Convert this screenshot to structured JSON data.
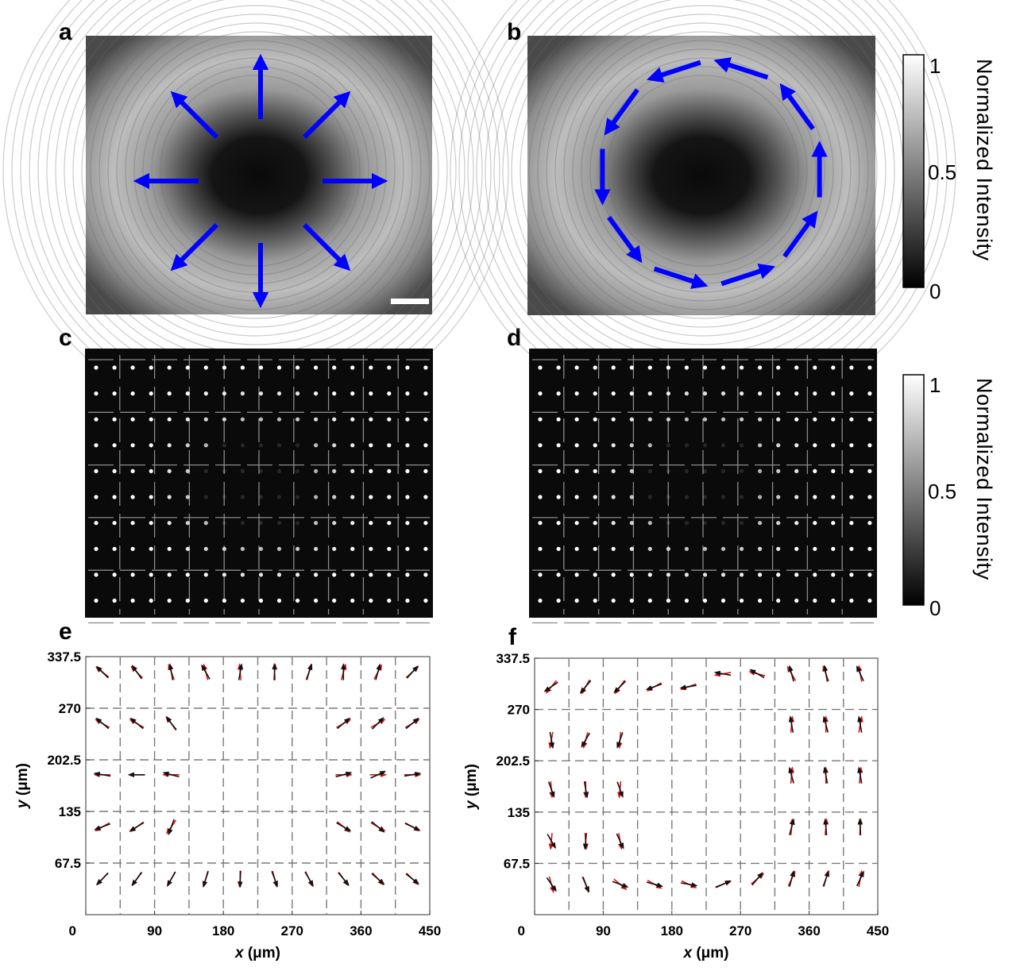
{
  "panel_labels": [
    "a",
    "b",
    "c",
    "d",
    "e",
    "f"
  ],
  "colorbars": [
    {
      "title": "Normalized  Intensity",
      "ticks": [
        "1",
        "0.5",
        "0"
      ]
    },
    {
      "title": "Normalized  Intensity",
      "ticks": [
        "1",
        "0.5",
        "0"
      ]
    }
  ],
  "colors": {
    "arrow_blue": "#0000ff",
    "arrow_red": "#e01010",
    "arrow_black": "#111111",
    "grid": "#7a7a7a"
  },
  "chart_data": [
    {
      "type": "quiver",
      "panel": "e",
      "xlabel_var": "x",
      "xlabel_unit": " (μm)",
      "ylabel_var": "y",
      "ylabel_unit": " (μm)",
      "xlim": [
        0,
        450
      ],
      "ylim": [
        0,
        337.5
      ],
      "xticks": [
        "0",
        "90",
        "180",
        "270",
        "360",
        "450"
      ],
      "yticks": [
        "67.5",
        "135",
        "202.5",
        "270",
        "337.5"
      ],
      "grid_cols": 10,
      "grid_rows": 5,
      "series": [
        {
          "color": "red",
          "vectors": [
            [
              22,
              317,
              142
            ],
            [
              67,
              317,
              135
            ],
            [
              112,
              317,
              110
            ],
            [
              157,
              317,
              105
            ],
            [
              202,
              317,
              95
            ],
            [
              247,
              317,
              85
            ],
            [
              292,
              317,
              75
            ],
            [
              337,
              317,
              75
            ],
            [
              382,
              317,
              62
            ],
            [
              427,
              317,
              42
            ],
            [
              22,
              250,
              150
            ],
            [
              67,
              250,
              150
            ],
            [
              112,
              250,
              130
            ],
            [
              337,
              250,
              30
            ],
            [
              382,
              250,
              30
            ],
            [
              427,
              250,
              30
            ],
            [
              22,
              183,
              180
            ],
            [
              67,
              183,
              180
            ],
            [
              112,
              183,
              180
            ],
            [
              337,
              183,
              0
            ],
            [
              382,
              183,
              0
            ],
            [
              427,
              183,
              0
            ],
            [
              22,
              115,
              210
            ],
            [
              67,
              115,
              210
            ],
            [
              112,
              115,
              235
            ],
            [
              337,
              115,
              320
            ],
            [
              382,
              115,
              330
            ],
            [
              427,
              115,
              330
            ],
            [
              22,
              47,
              228
            ],
            [
              67,
              47,
              232
            ],
            [
              112,
              47,
              242
            ],
            [
              157,
              47,
              255
            ],
            [
              202,
              47,
              265
            ],
            [
              247,
              47,
              285
            ],
            [
              292,
              47,
              295
            ],
            [
              337,
              47,
              305
            ],
            [
              382,
              47,
              312
            ],
            [
              427,
              47,
              315
            ]
          ]
        },
        {
          "color": "black",
          "vectors": [
            [
              22,
              317,
              135
            ],
            [
              67,
              317,
              125
            ],
            [
              112,
              317,
              100
            ],
            [
              157,
              317,
              120
            ],
            [
              202,
              317,
              80
            ],
            [
              247,
              317,
              92
            ],
            [
              292,
              317,
              70
            ],
            [
              337,
              317,
              90
            ],
            [
              382,
              317,
              75
            ],
            [
              427,
              317,
              48
            ],
            [
              22,
              250,
              140
            ],
            [
              67,
              250,
              140
            ],
            [
              112,
              250,
              125
            ],
            [
              337,
              250,
              40
            ],
            [
              382,
              250,
              45
            ],
            [
              427,
              250,
              40
            ],
            [
              22,
              183,
              170
            ],
            [
              67,
              183,
              180
            ],
            [
              112,
              183,
              165
            ],
            [
              337,
              183,
              15
            ],
            [
              382,
              183,
              25
            ],
            [
              427,
              183,
              10
            ],
            [
              22,
              115,
              200
            ],
            [
              67,
              115,
              215
            ],
            [
              112,
              115,
              250
            ],
            [
              337,
              115,
              330
            ],
            [
              382,
              115,
              320
            ],
            [
              427,
              115,
              335
            ],
            [
              22,
              47,
              225
            ],
            [
              67,
              47,
              235
            ],
            [
              112,
              47,
              240
            ],
            [
              157,
              47,
              252
            ],
            [
              202,
              47,
              270
            ],
            [
              247,
              47,
              290
            ],
            [
              292,
              47,
              300
            ],
            [
              337,
              47,
              310
            ],
            [
              382,
              47,
              320
            ],
            [
              427,
              47,
              322
            ]
          ]
        }
      ]
    },
    {
      "type": "quiver",
      "panel": "f",
      "xlabel_var": "x",
      "xlabel_unit": " (μm)",
      "ylabel_var": "y",
      "ylabel_unit": " (μm)",
      "xlim": [
        0,
        450
      ],
      "ylim": [
        0,
        337.5
      ],
      "xticks": [
        "0",
        "90",
        "180",
        "270",
        "360",
        "450"
      ],
      "yticks": [
        "67.5",
        "135",
        "202.5",
        "270",
        "337.5"
      ],
      "grid_cols": 10,
      "grid_rows": 5,
      "series": [
        {
          "color": "red",
          "vectors": [
            [
              22,
              300,
              230
            ],
            [
              67,
              300,
              240
            ],
            [
              112,
              300,
              235
            ],
            [
              157,
              300,
              210
            ],
            [
              202,
              300,
              200
            ],
            [
              247,
              317,
              190
            ],
            [
              292,
              317,
              165
            ],
            [
              337,
              317,
              120
            ],
            [
              382,
              317,
              110
            ],
            [
              427,
              317,
              100
            ],
            [
              22,
              230,
              260
            ],
            [
              67,
              230,
              255
            ],
            [
              112,
              230,
              265
            ],
            [
              337,
              250,
              85
            ],
            [
              382,
              250,
              90
            ],
            [
              427,
              250,
              80
            ],
            [
              22,
              165,
              275
            ],
            [
              67,
              165,
              270
            ],
            [
              112,
              165,
              265
            ],
            [
              337,
              183,
              85
            ],
            [
              382,
              183,
              90
            ],
            [
              427,
              183,
              85
            ],
            [
              22,
              97,
              265
            ],
            [
              67,
              97,
              275
            ],
            [
              112,
              97,
              280
            ],
            [
              337,
              115,
              85
            ],
            [
              382,
              115,
              85
            ],
            [
              427,
              115,
              87
            ],
            [
              22,
              40,
              285
            ],
            [
              67,
              40,
              295
            ],
            [
              112,
              40,
              320
            ],
            [
              157,
              40,
              330
            ],
            [
              202,
              40,
              335
            ],
            [
              247,
              40,
              20
            ],
            [
              292,
              47,
              40
            ],
            [
              337,
              47,
              65
            ],
            [
              382,
              47,
              75
            ],
            [
              427,
              47,
              80
            ]
          ]
        },
        {
          "color": "black",
          "vectors": [
            [
              22,
              300,
              215
            ],
            [
              67,
              300,
              230
            ],
            [
              112,
              300,
              225
            ],
            [
              157,
              300,
              200
            ],
            [
              202,
              300,
              190
            ],
            [
              247,
              317,
              170
            ],
            [
              292,
              317,
              150
            ],
            [
              337,
              317,
              105
            ],
            [
              382,
              317,
              100
            ],
            [
              427,
              317,
              115
            ],
            [
              22,
              230,
              280
            ],
            [
              67,
              230,
              240
            ],
            [
              112,
              230,
              250
            ],
            [
              337,
              250,
              100
            ],
            [
              382,
              250,
              105
            ],
            [
              427,
              250,
              100
            ],
            [
              22,
              165,
              290
            ],
            [
              67,
              165,
              280
            ],
            [
              112,
              165,
              290
            ],
            [
              337,
              183,
              105
            ],
            [
              382,
              183,
              100
            ],
            [
              427,
              183,
              100
            ],
            [
              22,
              97,
              300
            ],
            [
              67,
              97,
              265
            ],
            [
              112,
              97,
              295
            ],
            [
              337,
              115,
              75
            ],
            [
              382,
              115,
              95
            ],
            [
              427,
              115,
              93
            ],
            [
              22,
              40,
              305
            ],
            [
              67,
              40,
              290
            ],
            [
              112,
              40,
              340
            ],
            [
              157,
              40,
              345
            ],
            [
              202,
              40,
              350
            ],
            [
              247,
              40,
              25
            ],
            [
              292,
              47,
              50
            ],
            [
              337,
              47,
              75
            ],
            [
              382,
              47,
              70
            ],
            [
              427,
              47,
              65
            ]
          ]
        }
      ]
    }
  ]
}
